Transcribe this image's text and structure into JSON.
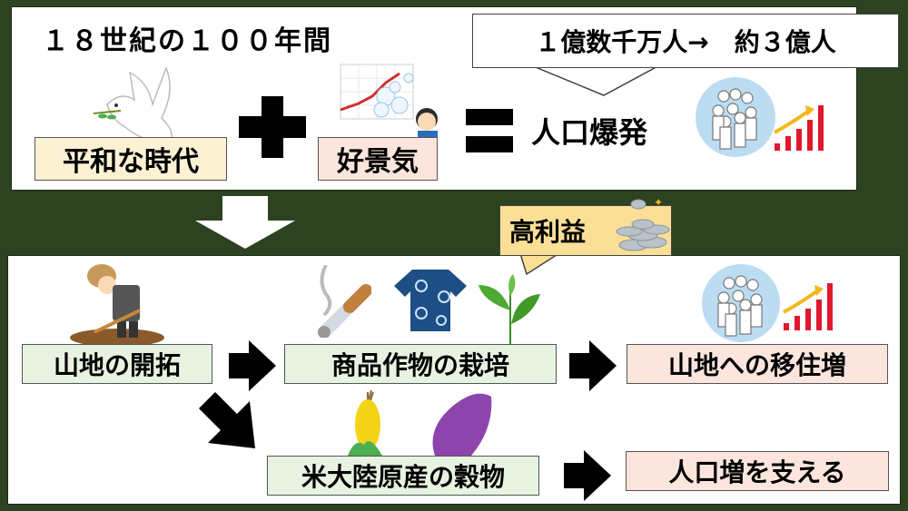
{
  "top": {
    "title": "１８世紀の１００年間",
    "peace_label": "平和な時代",
    "plus_symbol": "plus",
    "economy_label": "好景気",
    "equals_symbol": "equals",
    "result_label": "人口爆発",
    "callout": "１億数千万人→　約３億人"
  },
  "profit_callout": "高利益",
  "bottom": {
    "step1": "山地の開拓",
    "step2": "商品作物の栽培",
    "step3": "山地への移住増",
    "step4": "米大陸原産の穀物",
    "step5": "人口増を支える"
  },
  "colors": {
    "background": "#2c4220",
    "cream_box": "#fdf1d4",
    "pink_box": "#fbe5dc",
    "green_box": "#e8f2e1",
    "callout_yellow": "#fbdf96",
    "bar_red": "#e0182d",
    "arrow_gold": "#f2b81c"
  }
}
